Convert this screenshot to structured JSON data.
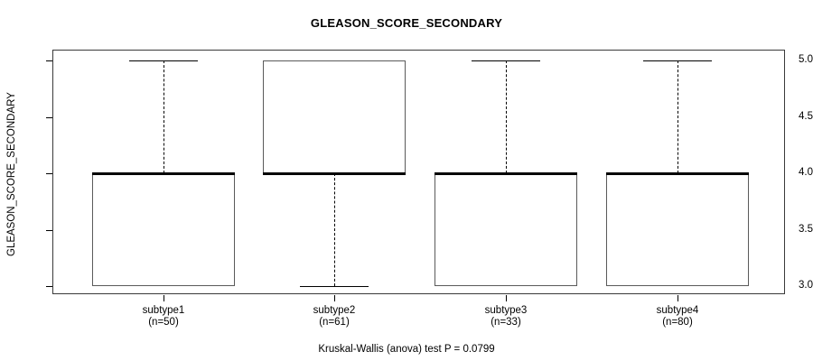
{
  "chart_data": {
    "type": "box",
    "title": "GLEASON_SCORE_SECONDARY",
    "xlabel": "",
    "ylabel": "GLEASON_SCORE_SECONDARY",
    "ylim": [
      2.9,
      5.1
    ],
    "yticks": [
      "5.0",
      "4.5",
      "4.0",
      "3.5",
      "3.0"
    ],
    "ytick_values": [
      5.0,
      4.5,
      4.0,
      3.5,
      3.0
    ],
    "grid": false,
    "legend": "none",
    "categories": [
      "subtype1",
      "subtype2",
      "subtype3",
      "subtype4"
    ],
    "counts": [
      "(n=50)",
      "(n=61)",
      "(n=33)",
      "(n=80)"
    ],
    "boxes": [
      {
        "name": "subtype1",
        "count_label": "(n=50)",
        "n": 50,
        "lower_whisker": 4.0,
        "q1": 3.0,
        "median": 4.0,
        "q3": 4.0,
        "upper_whisker": 5.0,
        "box_top": 4.0,
        "box_bottom": 3.0,
        "whisker_direction": "up"
      },
      {
        "name": "subtype2",
        "count_label": "(n=61)",
        "n": 61,
        "lower_whisker": 3.0,
        "q1": 4.0,
        "median": 4.0,
        "q3": 5.0,
        "upper_whisker": 5.0,
        "box_top": 5.0,
        "box_bottom": 4.0,
        "whisker_direction": "down"
      },
      {
        "name": "subtype3",
        "count_label": "(n=33)",
        "n": 33,
        "lower_whisker": 4.0,
        "q1": 3.0,
        "median": 4.0,
        "q3": 4.0,
        "upper_whisker": 5.0,
        "box_top": 4.0,
        "box_bottom": 3.0,
        "whisker_direction": "up"
      },
      {
        "name": "subtype4",
        "count_label": "(n=80)",
        "n": 80,
        "lower_whisker": 4.0,
        "q1": 3.0,
        "median": 4.0,
        "q3": 4.0,
        "upper_whisker": 5.0,
        "box_top": 4.0,
        "box_bottom": 3.0,
        "whisker_direction": "up"
      }
    ],
    "annotation": "Kruskal-Wallis (anova) test P = 0.0799",
    "statistic": {
      "test": "Kruskal-Wallis (anova) test",
      "p_label": "P = 0.0799",
      "p_value": 0.0799
    },
    "colors": {
      "background": "#ffffff",
      "frame": "#3a3a3a",
      "box_border": "#5a5a5a",
      "median": "#000000",
      "whisker": "#000000"
    }
  }
}
